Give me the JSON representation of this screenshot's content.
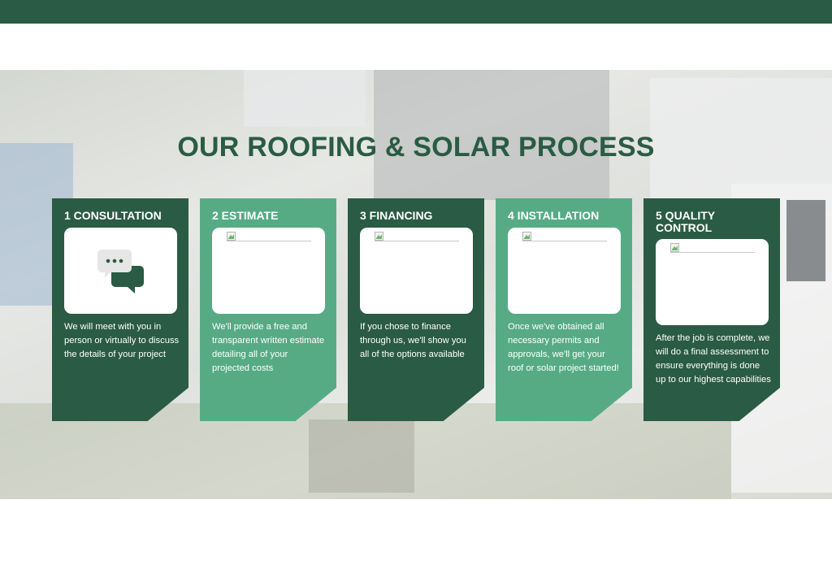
{
  "page_title": "OUR ROOFING & SOLAR PROCESS",
  "colors": {
    "dark_green": "#2a5b44",
    "light_green": "#56ab85",
    "white": "#ffffff"
  },
  "steps": [
    {
      "title": "1 CONSULTATION",
      "text": "We will meet with you in person or virtually to discuss the details of your project",
      "image": "chat-bubbles-icon"
    },
    {
      "title": "2 ESTIMATE",
      "text": "We'll provide a free and transparent written estimate detailing all of your projected costs",
      "image": "broken-image-icon"
    },
    {
      "title": "3 FINANCING",
      "text": "If you chose to finance through us, we'll show you all of the options available",
      "image": "broken-image-icon"
    },
    {
      "title": "4 INSTALLATION",
      "text": "Once we've obtained all necessary permits and approvals, we'll get your roof or solar project started!",
      "image": "broken-image-icon"
    },
    {
      "title": "5 QUALITY CONTROL",
      "text": "After the job is complete, we will do a final assessment to ensure everything is done up to our highest capabilities",
      "image": "broken-image-icon"
    }
  ]
}
